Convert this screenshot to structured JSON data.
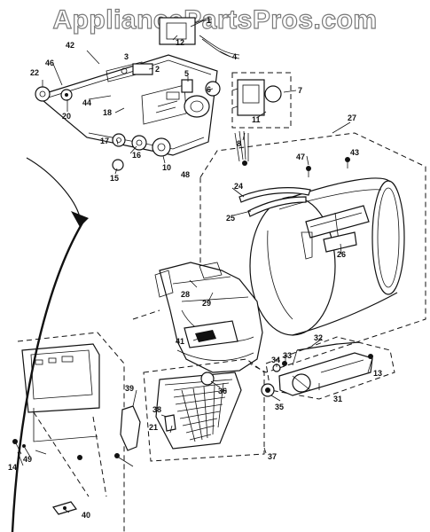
{
  "watermark": "AppliancePartsPros.com",
  "callouts": [
    "1",
    "2",
    "3",
    "4",
    "5",
    "6",
    "7",
    "8",
    "10",
    "11",
    "12",
    "13",
    "14",
    "15",
    "16",
    "17",
    "18",
    "20",
    "21",
    "22",
    "24",
    "25",
    "26",
    "27",
    "28",
    "29",
    "31",
    "32",
    "33",
    "34",
    "35",
    "36",
    "37",
    "38",
    "39",
    "40",
    "41",
    "42",
    "43",
    "44",
    "46",
    "47",
    "48",
    "49"
  ]
}
